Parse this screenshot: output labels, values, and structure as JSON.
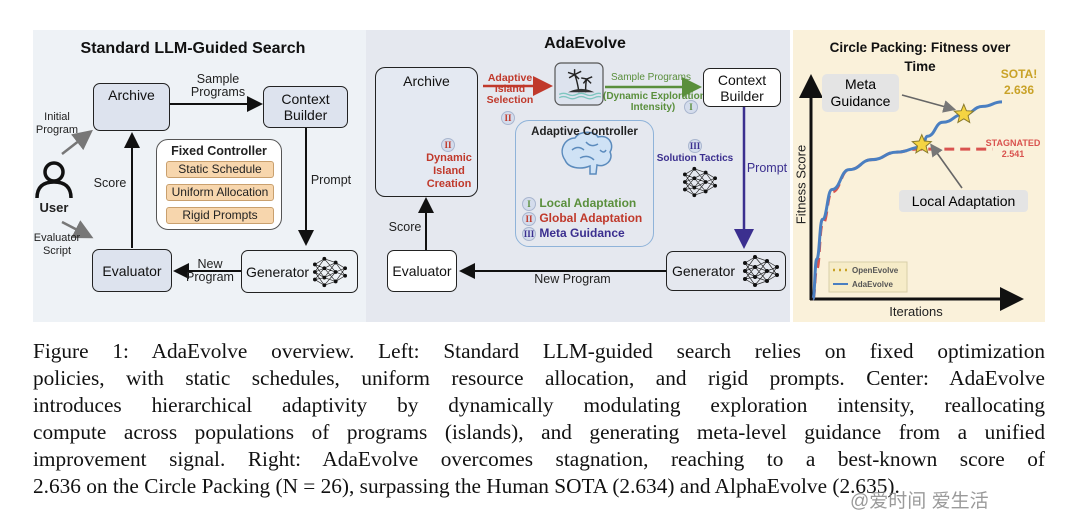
{
  "left_panel": {
    "title": "Standard LLM-Guided Search",
    "archive": "Archive",
    "sample_programs": [
      "Sample",
      "Programs"
    ],
    "context_builder": [
      "Context",
      "Builder"
    ],
    "initial_program": [
      "Initial",
      "Program"
    ],
    "user": "User",
    "evaluator_script": [
      "Evaluator",
      "Script"
    ],
    "score": "Score",
    "prompt": "Prompt",
    "fixed_controller": {
      "title": "Fixed Controller",
      "items": [
        "Static Schedule",
        "Uniform Allocation",
        "Rigid Prompts"
      ]
    },
    "evaluator": "Evaluator",
    "new_program": [
      "New",
      "Program"
    ],
    "generator": "Generator"
  },
  "center_panel": {
    "title": "AdaEvolve",
    "archive": "Archive",
    "dynamic_island_creation": [
      "Dynamic",
      "Island",
      "Creation"
    ],
    "adaptive_island_selection": [
      "Adaptive",
      "Island",
      "Selection"
    ],
    "sample_programs": "Sample Programs",
    "dynamic_exploration": [
      "(Dynamic Exploration",
      "Intensity)"
    ],
    "context_builder": [
      "Context",
      "Builder"
    ],
    "prompt": "Prompt",
    "solution_tactics": "Solution Tactics",
    "adaptive_controller": {
      "title": "Adaptive Controller",
      "items": [
        {
          "numeral": "I",
          "label": "Local Adaptation",
          "color": "#5a8f3c"
        },
        {
          "numeral": "II",
          "label": "Global Adaptation",
          "color": "#c0392b"
        },
        {
          "numeral": "III",
          "label": "Meta Guidance",
          "color": "#3b2f8f"
        }
      ]
    },
    "numerals": {
      "one": "I",
      "two": "II",
      "three": "III"
    },
    "score": "Score",
    "evaluator": "Evaluator",
    "new_program": "New Program",
    "generator": "Generator"
  },
  "right_panel": {
    "title": [
      "Circle Packing: Fitness over",
      "Time"
    ],
    "meta_guidance": [
      "Meta",
      "Guidance"
    ],
    "local_adaptation": "Local Adaptation",
    "sota": [
      "SOTA!",
      "2.636"
    ],
    "stagnated": [
      "STAGNATED",
      "2.541"
    ]
  },
  "chart_data": {
    "type": "line",
    "title": "Circle Packing: Fitness over Time",
    "xlabel": "Iterations",
    "ylabel": "Fitness Score",
    "xlim": [
      0,
      100
    ],
    "ylim": [
      2.24,
      2.69
    ],
    "grid": false,
    "legend_placement": "bottom-left",
    "series": [
      {
        "name": "OpenEvolve",
        "color": "#d9534f",
        "style": "dashed",
        "x": [
          1,
          3,
          6,
          11,
          20,
          32,
          45,
          55,
          95
        ],
        "y": [
          2.24,
          2.3,
          2.39,
          2.455,
          2.5,
          2.52,
          2.535,
          2.541,
          2.541
        ]
      },
      {
        "name": "AdaEvolve",
        "color": "#4a7fc1",
        "style": "solid",
        "x": [
          1,
          3,
          6,
          11,
          20,
          32,
          45,
          58,
          61,
          69,
          80,
          90,
          100
        ],
        "y": [
          2.24,
          2.32,
          2.4,
          2.46,
          2.5,
          2.52,
          2.535,
          2.545,
          2.567,
          2.595,
          2.611,
          2.627,
          2.636
        ]
      }
    ],
    "annotations": [
      {
        "label": "Local Adaptation",
        "x": 58,
        "y": 2.55
      },
      {
        "label": "Meta Guidance",
        "x": 80,
        "y": 2.611
      }
    ]
  },
  "caption": {
    "lines": [
      "Figure 1: AdaEvolve overview. Left: Standard LLM-guided search relies on fixed optimization",
      "policies, with static schedules, uniform resource allocation, and rigid prompts. Center: AdaEvolve",
      "introduces hierarchical adaptivity by dynamically modulating exploration intensity, reallocating",
      "compute across populations of programs (islands), and generating meta-level guidance from a unified",
      "improvement signal. Right: AdaEvolve overcomes stagnation, reaching to a best-known score of",
      "2.636 on the Circle Packing (N = 26), surpassing the Human SOTA (2.634) and AlphaEvolve (2.635)."
    ]
  },
  "watermark": "@爱时间 爱生活",
  "colors": {
    "left_bg": "#eef2f6",
    "center_bg": "#e5e8ef",
    "right_bg": "#faf1da",
    "red": "#c0392b",
    "green": "#5a8f3c",
    "purple": "#3b2f8f",
    "gold": "#c9a227"
  }
}
